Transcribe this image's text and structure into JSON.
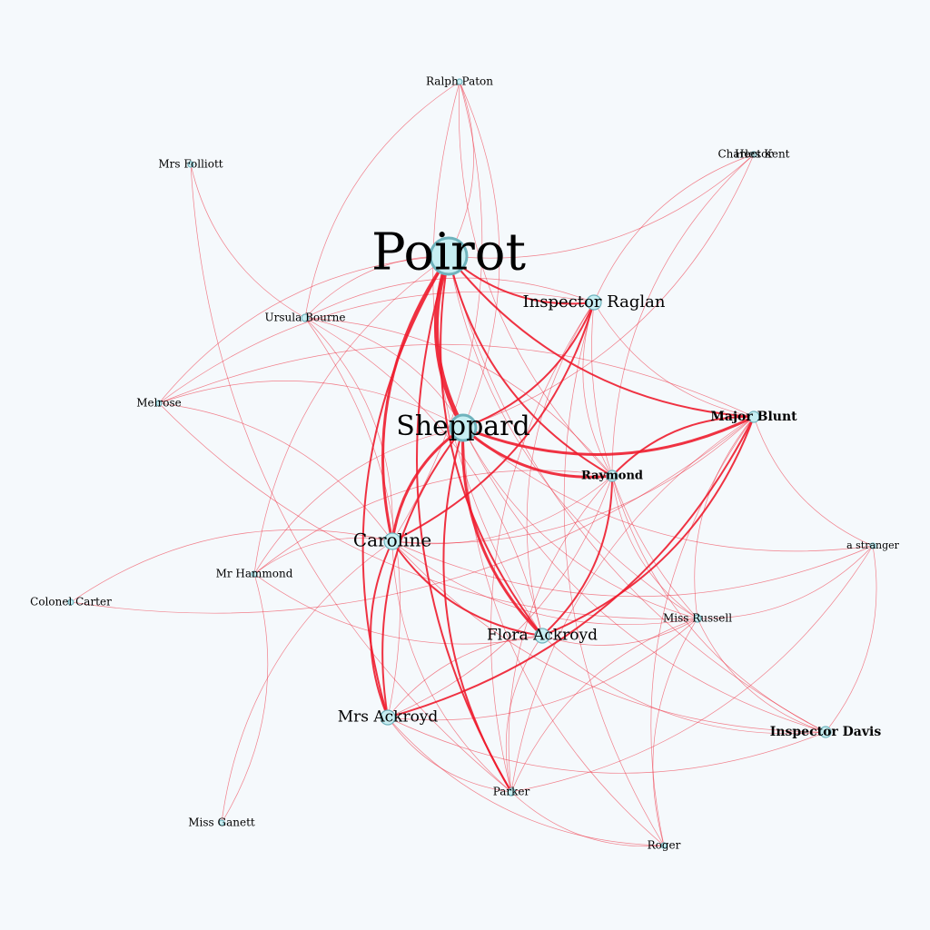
{
  "colors": {
    "background": "#f5f9fc",
    "edge": "#ee1c2e",
    "node_fill": "#c7eef2",
    "node_stroke": "#6fb3bd",
    "label": "#000000"
  },
  "nodes": [
    {
      "id": "poirot",
      "label": "Poirot",
      "weight": 10
    },
    {
      "id": "sheppard",
      "label": "Sheppard",
      "weight": 9
    },
    {
      "id": "caroline",
      "label": "Caroline",
      "weight": 6
    },
    {
      "id": "inspector-raglan",
      "label": "Inspector Raglan",
      "weight": 5
    },
    {
      "id": "flora-ackroyd",
      "label": "Flora Ackroyd",
      "weight": 5
    },
    {
      "id": "mrs-ackroyd",
      "label": "Mrs Ackroyd",
      "weight": 5
    },
    {
      "id": "major-blunt",
      "label": "Major Blunt",
      "weight": 4
    },
    {
      "id": "raymond",
      "label": "Raymond",
      "weight": 3
    },
    {
      "id": "inspector-davis",
      "label": "Inspector Davis",
      "weight": 3
    },
    {
      "id": "ursula-bourne",
      "label": "Ursula Bourne",
      "weight": 2
    },
    {
      "id": "miss-russell",
      "label": "Miss Russell",
      "weight": 2
    },
    {
      "id": "parker",
      "label": "Parker",
      "weight": 2
    },
    {
      "id": "ralph-paton",
      "label": "Ralph Paton",
      "weight": 1
    },
    {
      "id": "mrs-folliott",
      "label": "Mrs Folliott",
      "weight": 1
    },
    {
      "id": "charles-kent",
      "label": "Charles Kent",
      "weight": 1
    },
    {
      "id": "hector",
      "label": "Hector",
      "weight": 1
    },
    {
      "id": "melrose",
      "label": "Melrose",
      "weight": 1
    },
    {
      "id": "mr-hammond",
      "label": "Mr Hammond",
      "weight": 1
    },
    {
      "id": "colonel-carter",
      "label": "Colonel Carter",
      "weight": 1
    },
    {
      "id": "a-stranger",
      "label": "a stranger",
      "weight": 1
    },
    {
      "id": "miss-ganett",
      "label": "Miss Ganett",
      "weight": 1
    },
    {
      "id": "roger",
      "label": "Roger",
      "weight": 1
    }
  ],
  "edges": [
    [
      "poirot",
      "sheppard",
      5
    ],
    [
      "poirot",
      "caroline",
      3
    ],
    [
      "poirot",
      "flora-ackroyd",
      2
    ],
    [
      "poirot",
      "inspector-raglan",
      2
    ],
    [
      "poirot",
      "major-blunt",
      2
    ],
    [
      "poirot",
      "raymond",
      2
    ],
    [
      "poirot",
      "mrs-ackroyd",
      2
    ],
    [
      "poirot",
      "parker",
      2
    ],
    [
      "poirot",
      "ursula-bourne",
      1
    ],
    [
      "poirot",
      "ralph-paton",
      1
    ],
    [
      "poirot",
      "charles-kent",
      1
    ],
    [
      "poirot",
      "melrose",
      1
    ],
    [
      "poirot",
      "miss-russell",
      1
    ],
    [
      "poirot",
      "mr-hammond",
      1
    ],
    [
      "poirot",
      "inspector-davis",
      1
    ],
    [
      "sheppard",
      "caroline",
      3
    ],
    [
      "sheppard",
      "major-blunt",
      3
    ],
    [
      "sheppard",
      "raymond",
      3
    ],
    [
      "sheppard",
      "inspector-raglan",
      2
    ],
    [
      "sheppard",
      "flora-ackroyd",
      3
    ],
    [
      "sheppard",
      "mrs-ackroyd",
      2
    ],
    [
      "sheppard",
      "parker",
      2
    ],
    [
      "sheppard",
      "ursula-bourne",
      1
    ],
    [
      "sheppard",
      "miss-russell",
      1
    ],
    [
      "sheppard",
      "melrose",
      1
    ],
    [
      "sheppard",
      "ralph-paton",
      1
    ],
    [
      "sheppard",
      "charles-kent",
      1
    ],
    [
      "sheppard",
      "a-stranger",
      1
    ],
    [
      "sheppard",
      "inspector-davis",
      1
    ],
    [
      "sheppard",
      "mr-hammond",
      1
    ],
    [
      "sheppard",
      "roger",
      1
    ],
    [
      "caroline",
      "mrs-ackroyd",
      2
    ],
    [
      "caroline",
      "flora-ackroyd",
      2
    ],
    [
      "caroline",
      "inspector-raglan",
      2
    ],
    [
      "caroline",
      "major-blunt",
      1
    ],
    [
      "caroline",
      "raymond",
      1
    ],
    [
      "caroline",
      "ursula-bourne",
      1
    ],
    [
      "caroline",
      "parker",
      1
    ],
    [
      "caroline",
      "miss-russell",
      1
    ],
    [
      "caroline",
      "melrose",
      1
    ],
    [
      "caroline",
      "colonel-carter",
      1
    ],
    [
      "caroline",
      "miss-ganett",
      1
    ],
    [
      "caroline",
      "mr-hammond",
      1
    ],
    [
      "caroline",
      "ralph-paton",
      1
    ],
    [
      "caroline",
      "inspector-davis",
      1
    ],
    [
      "caroline",
      "a-stranger",
      1
    ],
    [
      "inspector-raglan",
      "flora-ackroyd",
      1
    ],
    [
      "inspector-raglan",
      "raymond",
      1
    ],
    [
      "inspector-raglan",
      "major-blunt",
      1
    ],
    [
      "inspector-raglan",
      "miss-russell",
      1
    ],
    [
      "inspector-raglan",
      "parker",
      1
    ],
    [
      "inspector-raglan",
      "ursula-bourne",
      1
    ],
    [
      "inspector-raglan",
      "melrose",
      1
    ],
    [
      "inspector-raglan",
      "roger",
      1
    ],
    [
      "flora-ackroyd",
      "major-blunt",
      2
    ],
    [
      "flora-ackroyd",
      "raymond",
      2
    ],
    [
      "flora-ackroyd",
      "mrs-ackroyd",
      1
    ],
    [
      "flora-ackroyd",
      "parker",
      1
    ],
    [
      "flora-ackroyd",
      "ursula-bourne",
      1
    ],
    [
      "flora-ackroyd",
      "miss-russell",
      1
    ],
    [
      "flora-ackroyd",
      "inspector-davis",
      1
    ],
    [
      "mrs-ackroyd",
      "major-blunt",
      2
    ],
    [
      "mrs-ackroyd",
      "raymond",
      1
    ],
    [
      "mrs-ackroyd",
      "ursula-bourne",
      1
    ],
    [
      "mrs-ackroyd",
      "parker",
      1
    ],
    [
      "mrs-ackroyd",
      "miss-russell",
      1
    ],
    [
      "mrs-ackroyd",
      "inspector-davis",
      1
    ],
    [
      "mrs-ackroyd",
      "roger",
      1
    ],
    [
      "major-blunt",
      "raymond",
      2
    ],
    [
      "major-blunt",
      "miss-russell",
      1
    ],
    [
      "major-blunt",
      "a-stranger",
      1
    ],
    [
      "major-blunt",
      "parker",
      1
    ],
    [
      "major-blunt",
      "melrose",
      1
    ],
    [
      "major-blunt",
      "roger",
      1
    ],
    [
      "raymond",
      "parker",
      1
    ],
    [
      "raymond",
      "miss-russell",
      1
    ],
    [
      "raymond",
      "ursula-bourne",
      1
    ],
    [
      "raymond",
      "inspector-davis",
      1
    ],
    [
      "raymond",
      "mr-hammond",
      1
    ],
    [
      "ralph-paton",
      "ursula-bourne",
      1
    ],
    [
      "ralph-paton",
      "flora-ackroyd",
      1
    ],
    [
      "ralph-paton",
      "raymond",
      1
    ],
    [
      "mrs-folliott",
      "ursula-bourne",
      1
    ],
    [
      "mrs-folliott",
      "parker",
      1
    ],
    [
      "charles-kent",
      "inspector-raglan",
      1
    ],
    [
      "charles-kent",
      "raymond",
      1
    ],
    [
      "miss-russell",
      "inspector-davis",
      1
    ],
    [
      "miss-russell",
      "roger",
      1
    ],
    [
      "miss-russell",
      "a-stranger",
      1
    ],
    [
      "miss-russell",
      "parker",
      1
    ],
    [
      "colonel-carter",
      "major-blunt",
      1
    ],
    [
      "miss-ganett",
      "mr-hammond",
      1
    ],
    [
      "parker",
      "roger",
      1
    ],
    [
      "parker",
      "a-stranger",
      1
    ],
    [
      "inspector-davis",
      "a-stranger",
      1
    ],
    [
      "melrose",
      "miss-russell",
      1
    ],
    [
      "mr-hammond",
      "flora-ackroyd",
      1
    ]
  ]
}
